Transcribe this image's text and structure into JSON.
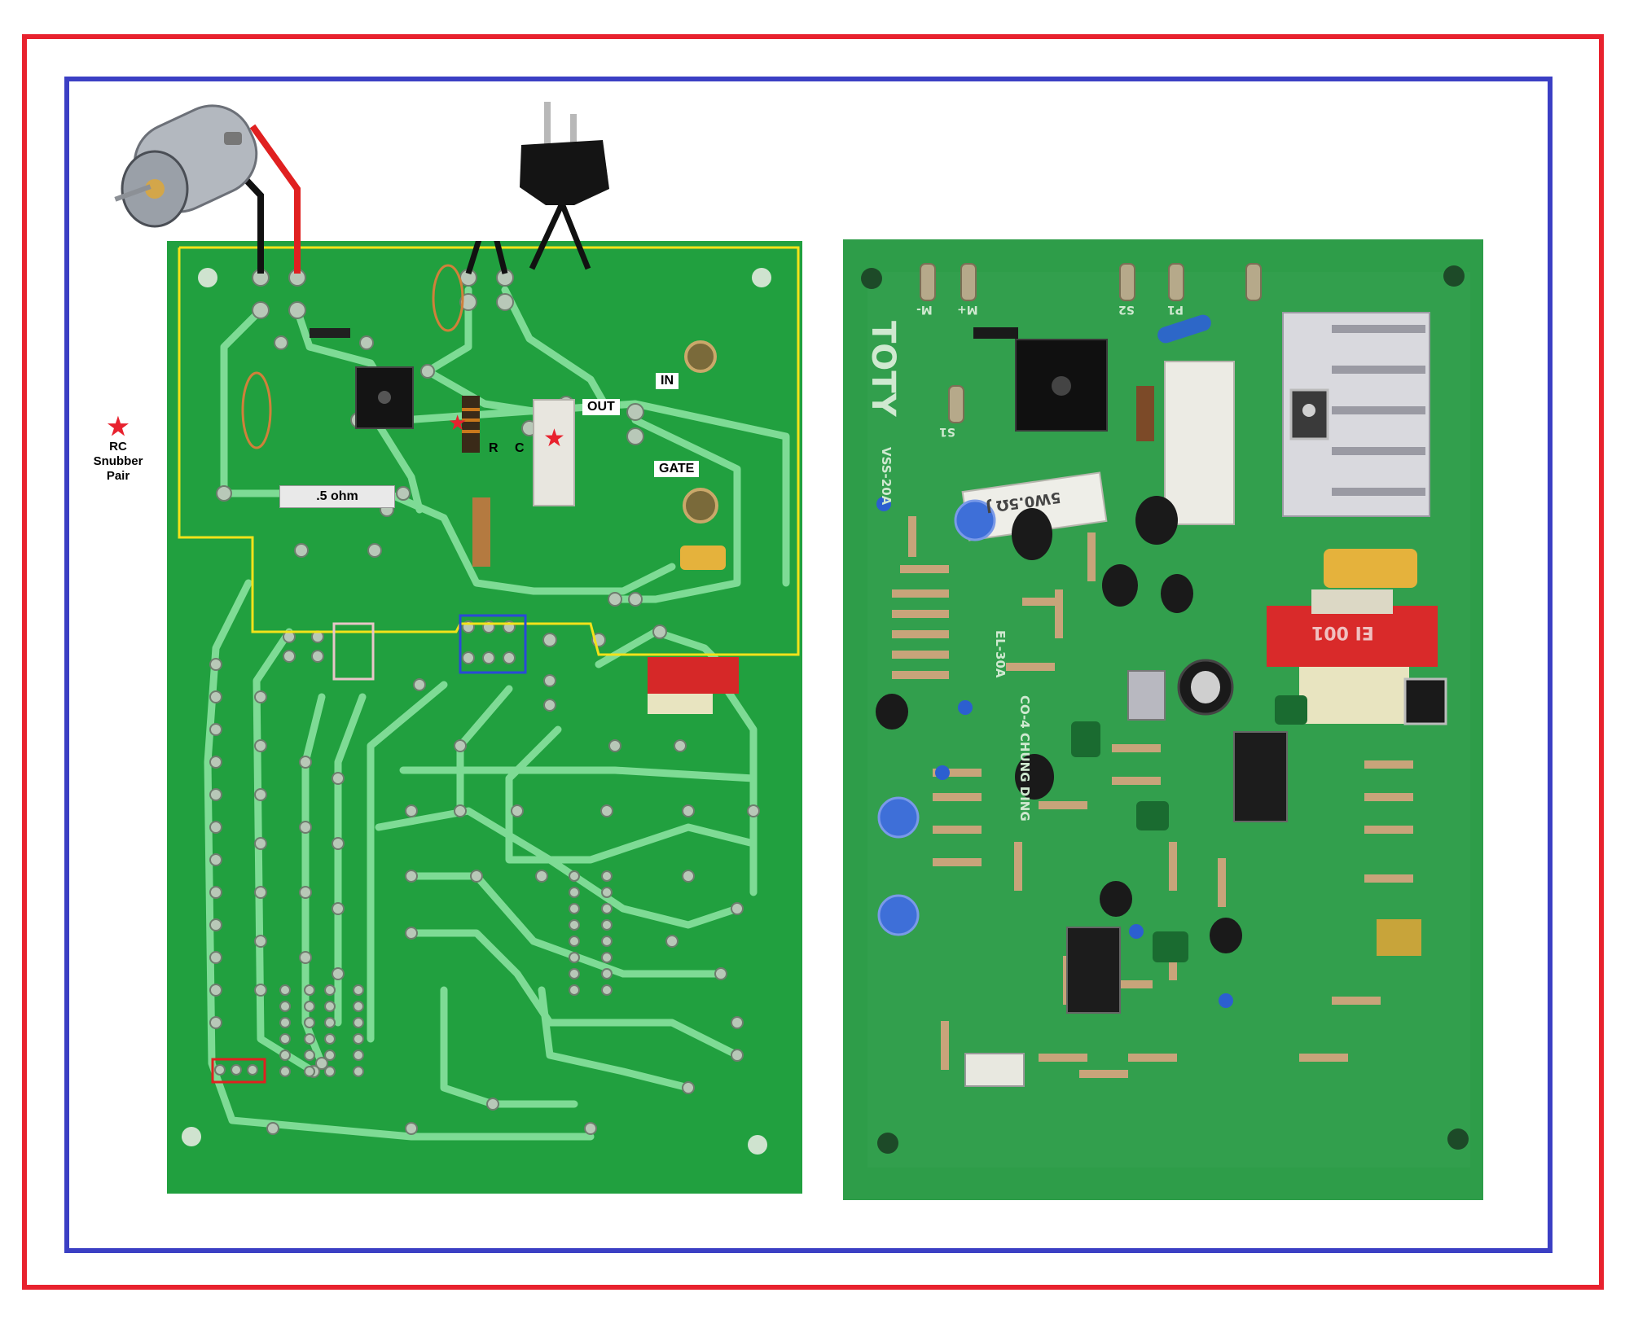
{
  "colors": {
    "outer_frame": "#e8222e",
    "inner_frame": "#3b3fc4",
    "board_green": "#21a03f",
    "trace_light": "#8fe6a4",
    "highlight_yellow": "#f2e21a",
    "motor_wire_red": "#e02020",
    "motor_wire_black": "#111111",
    "star_red": "#e8222e"
  },
  "legend": {
    "symbol": "★",
    "line1": "RC",
    "line2": "Snubber",
    "line3": "Pair"
  },
  "left_board": {
    "labels": {
      "in": "IN",
      "out": "OUT",
      "gate": "GATE",
      "r": "R",
      "c": "C",
      "resistor": ".5 ohm"
    }
  },
  "right_board": {
    "silkscreen": {
      "brand": "TOTY",
      "model": "VSS-20A",
      "sub_model": "EL-30A",
      "maker": "CO-4 CHUNG DING",
      "resistor_marking": "5W0.5Ω J",
      "transformer_marking": "EI 001",
      "terminal_m_minus": "M-",
      "terminal_m_plus": "M+",
      "terminal_s1": "S1",
      "terminal_s2": "S2",
      "terminal_p1": "P1"
    }
  },
  "icons": {
    "motor": "dc-motor-icon",
    "plug": "ac-plug-icon",
    "bridge": "bridge-rectifier-icon",
    "heatsink": "heatsink-icon"
  }
}
